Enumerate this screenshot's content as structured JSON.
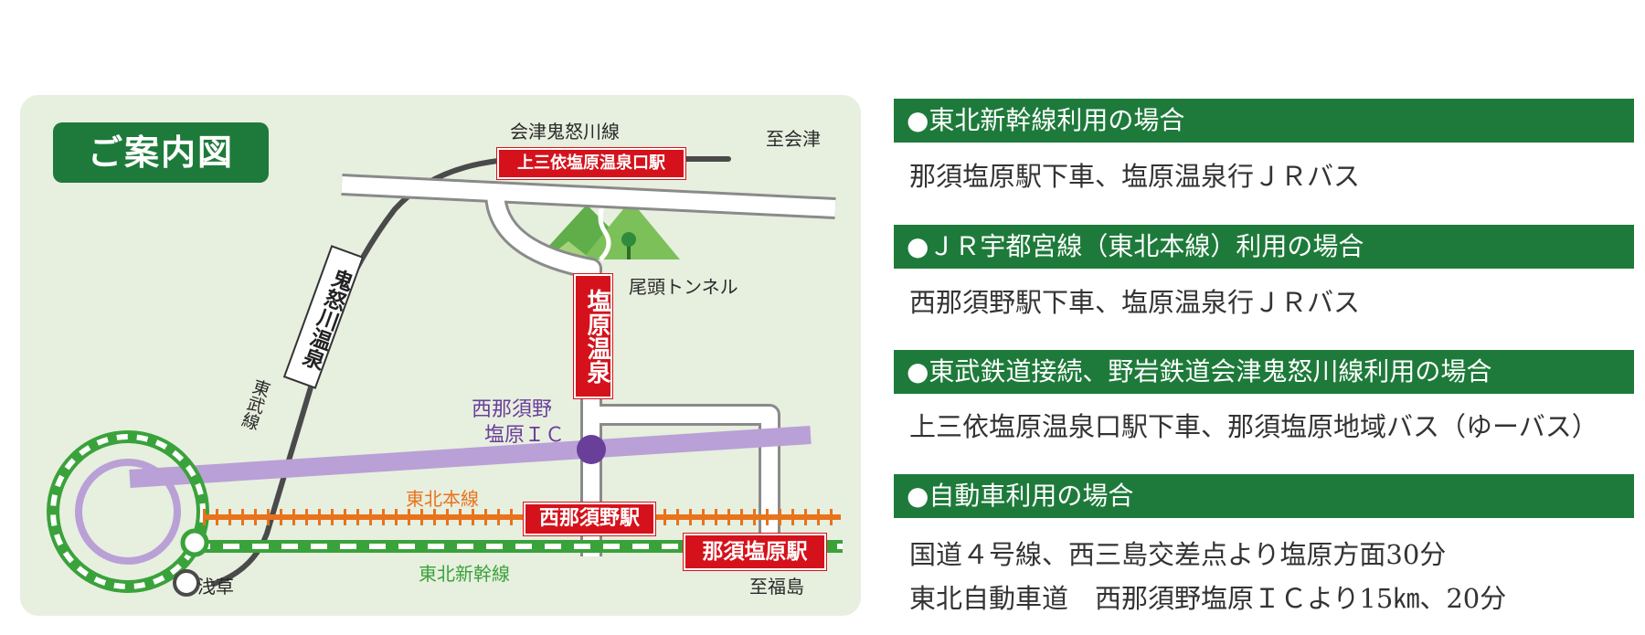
{
  "map": {
    "title": "ご案内図",
    "labels": {
      "aizu_kinugawa_line": "会津鬼怒川線",
      "to_aizu": "至会津",
      "kamimiyori_station": "上三依塩原温泉口駅",
      "oto_tunnel": "尾頭トンネル",
      "shiobara_onsen": "塩原温泉",
      "kinugawa_onsen": "鬼怒川温泉",
      "tobu_line": "東武線",
      "nishinasuno_ic_line1": "西那須野",
      "nishinasuno_ic_line2": "塩原ＩＣ",
      "tohoku_main_line": "東北本線",
      "nishinasuno_station": "西那須野駅",
      "nasushiobara_station": "那須塩原駅",
      "tohoku_shinkansen": "東北新幹線",
      "asakusa": "浅草",
      "to_fukushima": "至福島"
    },
    "colors": {
      "panel_bg": "#e7efdf",
      "station_sign": "#d5121b",
      "shinkansen": "#3aa23a",
      "main_line": "#e8731c",
      "expressway": "#b9a0d6",
      "ic_dot": "#6a3f9a",
      "tobu_line": "#4a4a4a",
      "title_bg": "#1e7a3a"
    }
  },
  "access": [
    {
      "heading": "●東北新幹線利用の場合",
      "lines": [
        "那須塩原駅下車、塩原温泉行ＪＲバス"
      ]
    },
    {
      "heading": "●ＪＲ宇都宮線（東北本線）利用の場合",
      "lines": [
        "西那須野駅下車、塩原温泉行ＪＲバス"
      ]
    },
    {
      "heading": "●東武鉄道接続、野岩鉄道会津鬼怒川線利用の場合",
      "lines": [
        "上三依塩原温泉口駅下車、那須塩原地域バス（ゆーバス）"
      ]
    },
    {
      "heading": "●自動車利用の場合",
      "lines": [
        "国道４号線、西三島交差点より塩原方面30分",
        "東北自動車道　西那須野塩原ＩＣより15㎞、20分"
      ]
    }
  ]
}
